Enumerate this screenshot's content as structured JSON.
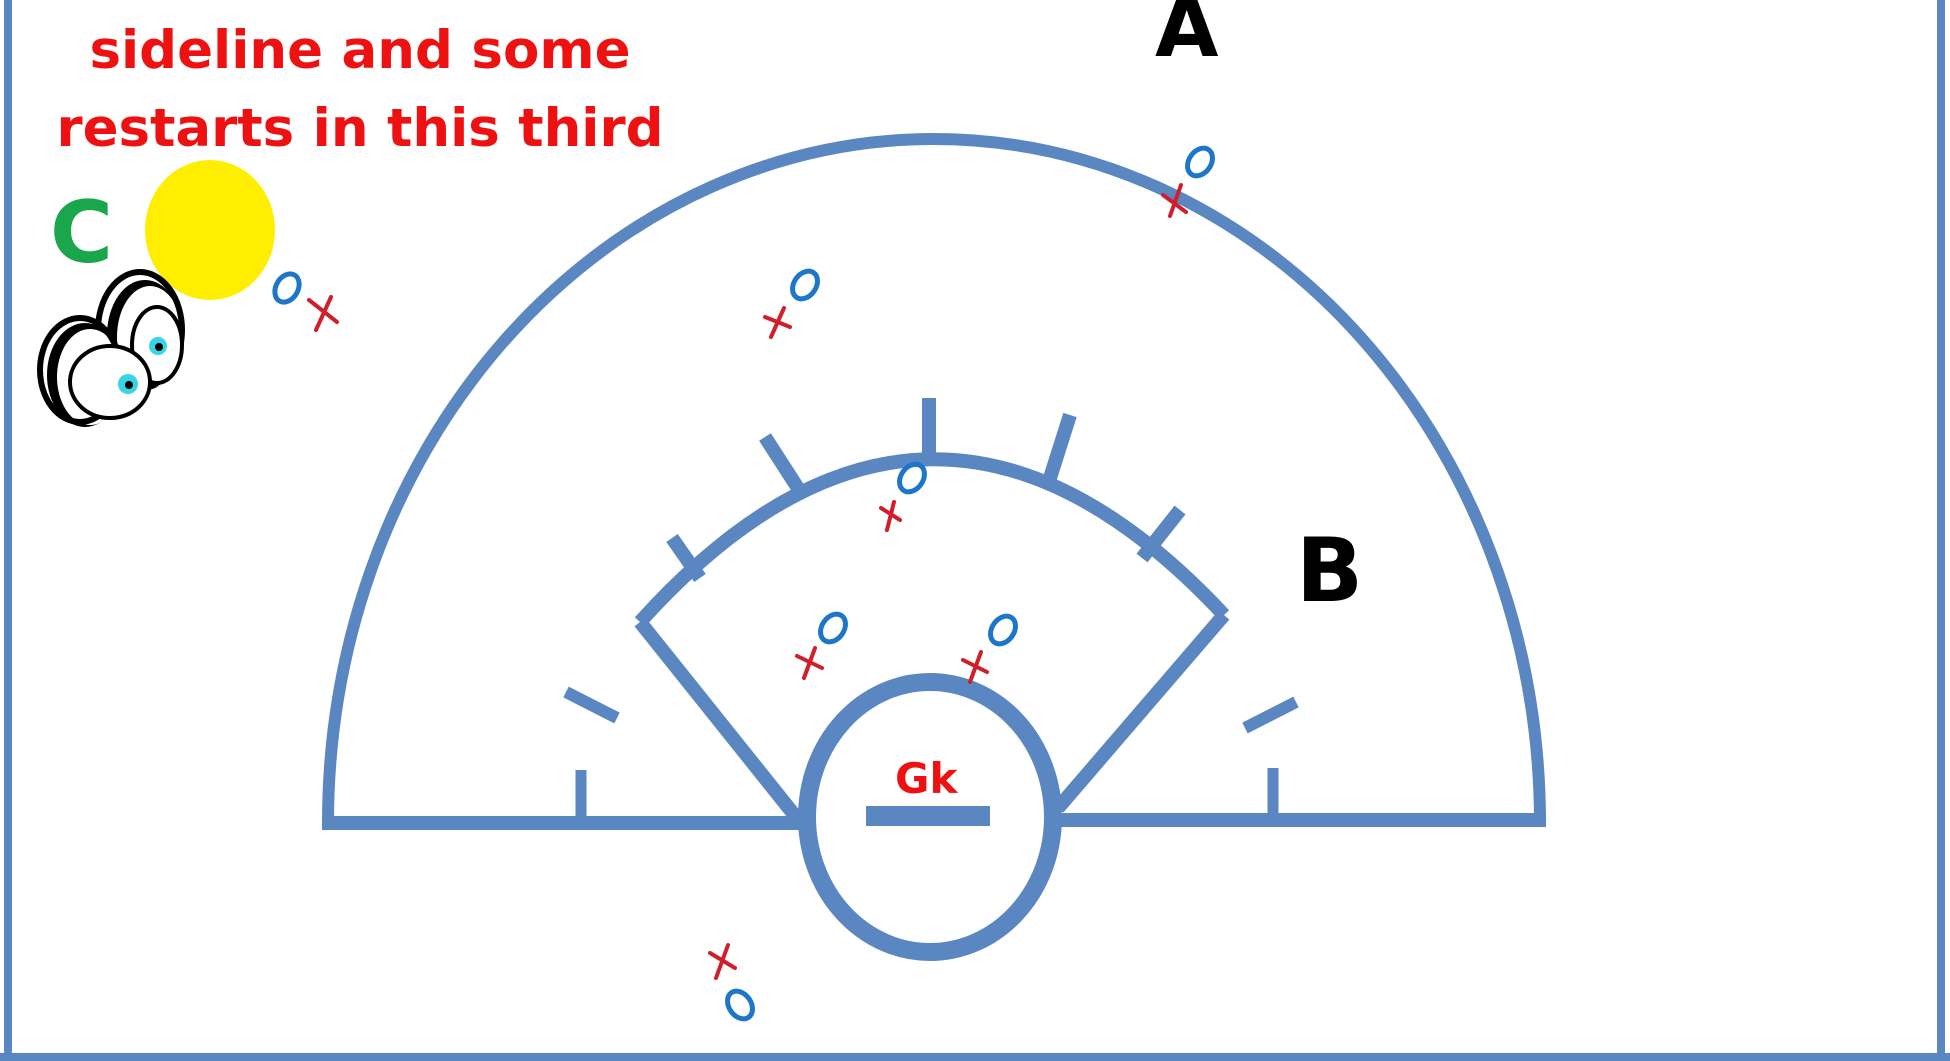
{
  "caption": {
    "line1": "sideline and some",
    "line2": "restarts in this third"
  },
  "labels": {
    "a": "A",
    "b": "B",
    "c": "C",
    "gk": "Gk"
  },
  "colors": {
    "field_line": "#5a87c1",
    "caption": "#ee1111",
    "label_c": "#1aa64b",
    "x_marker": "#d01f2a",
    "o_marker": "#1e76c8",
    "ball": "#ffee00"
  },
  "icons": {
    "ball": "yellow-ball-icon",
    "eyes": "watching-eyes-icon"
  }
}
